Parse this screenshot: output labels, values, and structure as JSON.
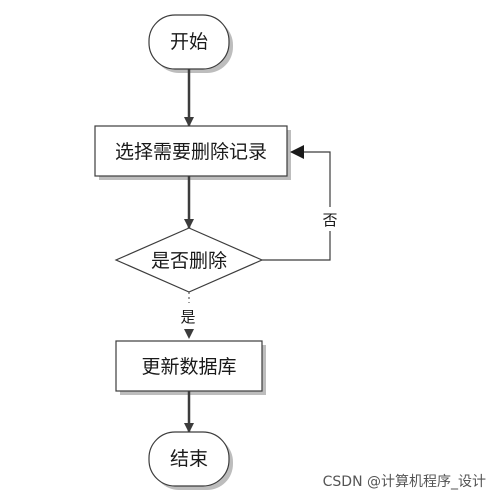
{
  "flowchart": {
    "nodes": {
      "start": {
        "label": "开始"
      },
      "select": {
        "label": "选择需要删除记录"
      },
      "decision": {
        "label": "是否删除"
      },
      "update": {
        "label": "更新数据库"
      },
      "end": {
        "label": "结束"
      }
    },
    "edges": {
      "no": {
        "label": "否"
      },
      "yes": {
        "label": "是"
      }
    }
  },
  "watermark": {
    "text": "CSDN @计算机程序_设计"
  },
  "colors": {
    "stroke": "#3c3c3c",
    "shadow": "#bdbdbd",
    "fill": "#ffffff"
  }
}
